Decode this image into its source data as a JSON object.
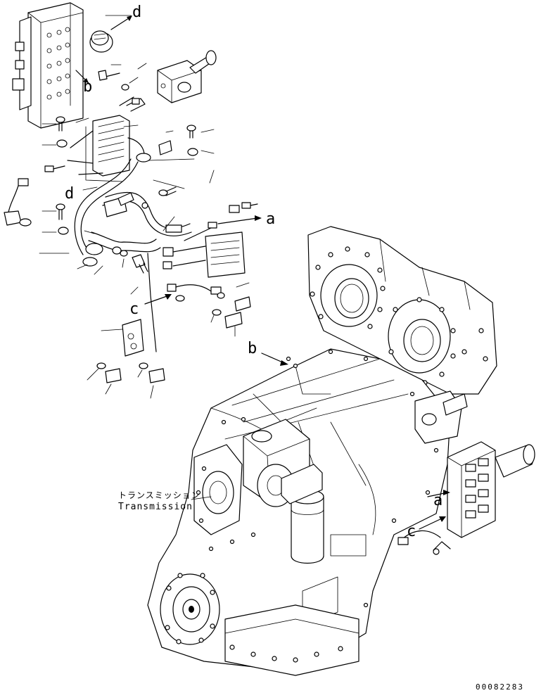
{
  "callouts": {
    "a_top": "a",
    "a_bottom": "a",
    "b_top": "b",
    "b_mid": "b",
    "c_top": "c",
    "c_bottom": "c",
    "d_top": "d",
    "d_mid": "d"
  },
  "caption": {
    "japanese": "トランスミッション",
    "english": "Transmission"
  },
  "drawing_number": "00082283"
}
